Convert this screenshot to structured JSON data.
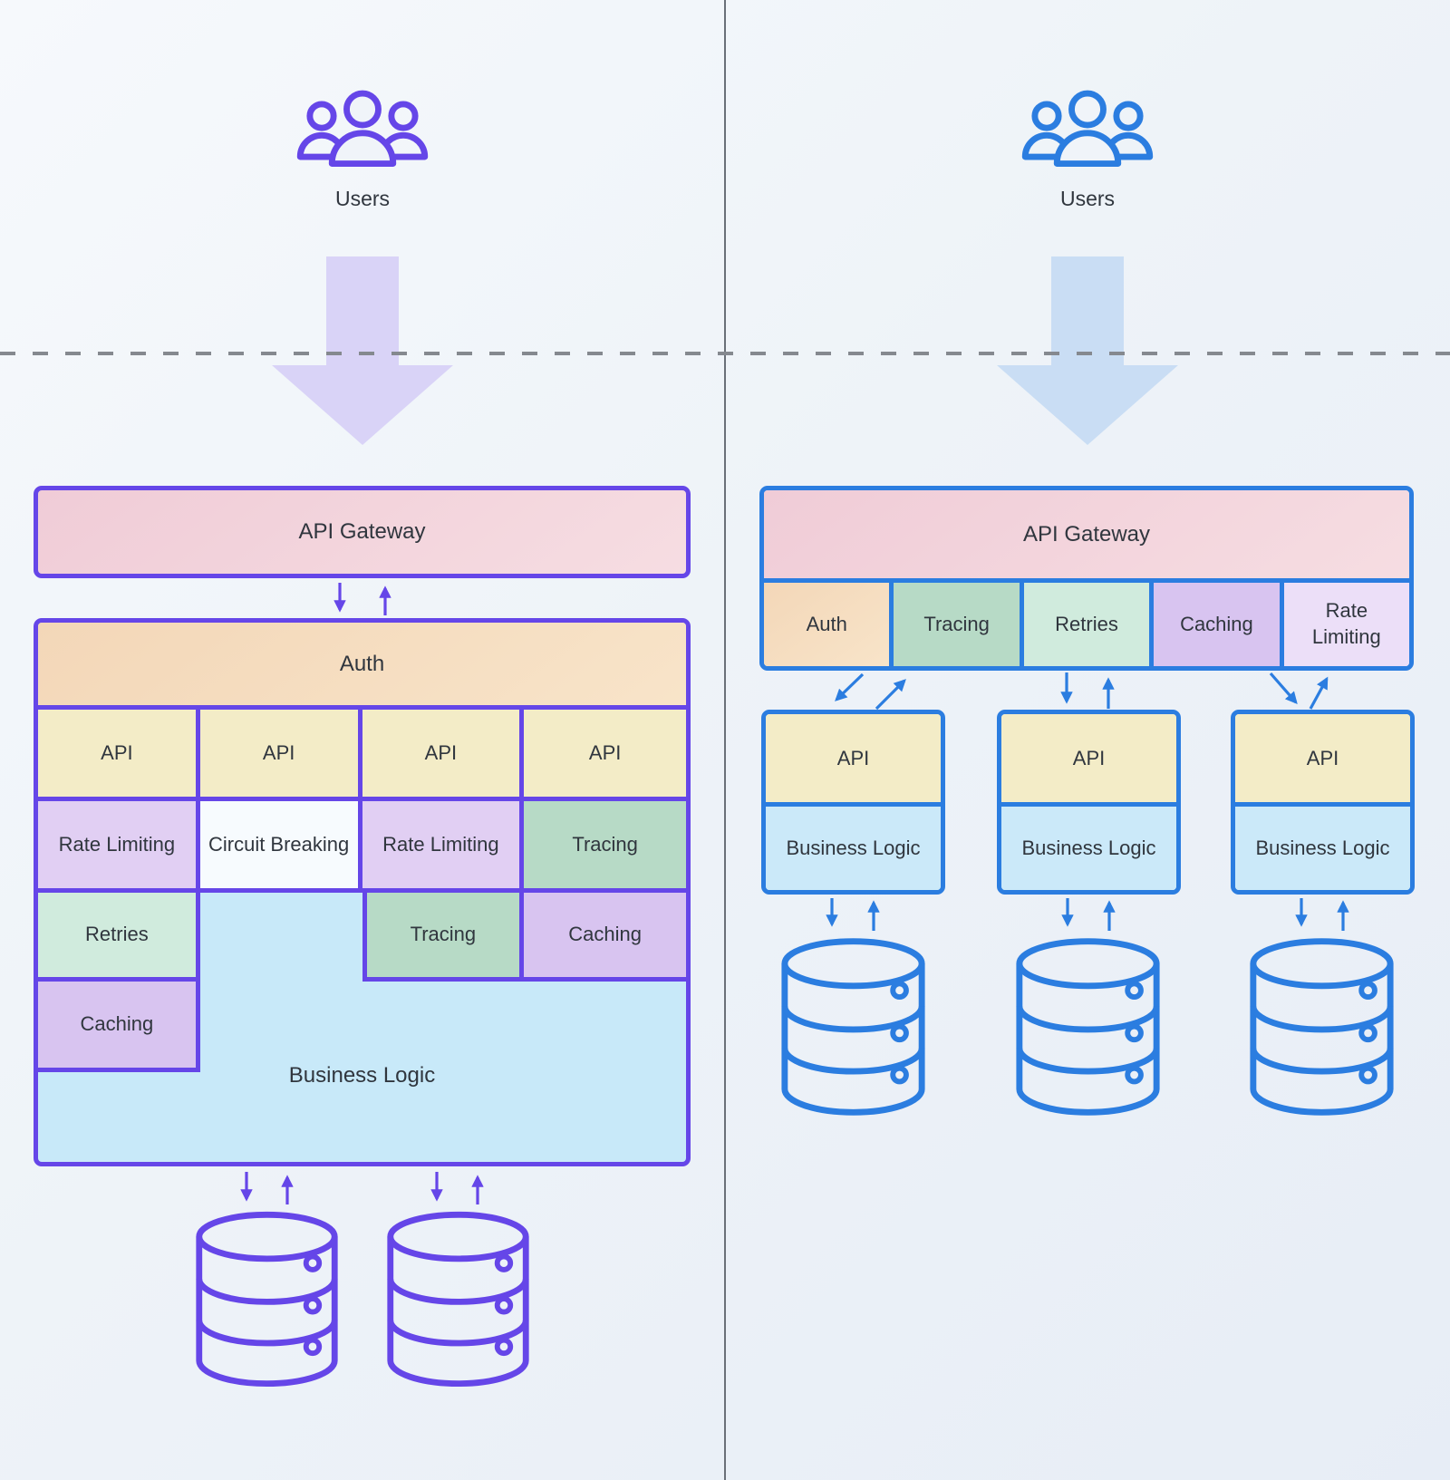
{
  "left_panel": {
    "accent_color": "#6546e8",
    "users_label": "Users",
    "gateway_label": "API Gateway",
    "auth_label": "Auth",
    "api_labels": [
      "API",
      "API",
      "API",
      "API"
    ],
    "row2": [
      "Rate Limiting",
      "Circuit Breaking",
      "Rate Limiting",
      "Tracing"
    ],
    "row3": [
      "Retries",
      "Tracing",
      "Caching"
    ],
    "row4": [
      "Caching"
    ],
    "business_logic_label": "Business Logic",
    "database_count": 2
  },
  "right_panel": {
    "accent_color": "#2b7de0",
    "users_label": "Users",
    "gateway_label": "API Gateway",
    "gateway_features": [
      "Auth",
      "Tracing",
      "Retries",
      "Caching",
      "Rate Limiting"
    ],
    "services": [
      {
        "api": "API",
        "logic": "Business Logic"
      },
      {
        "api": "API",
        "logic": "Business Logic"
      },
      {
        "api": "API",
        "logic": "Business Logic"
      }
    ],
    "database_count": 3
  },
  "style_colors": {
    "gateway_fill": "#f2d0d9",
    "auth_fill": "#f5dcbe",
    "api_fill": "#f3ecc7",
    "rate_limiting_fill": "#e1cff3",
    "caching_fill": "#d8c4f0",
    "tracing_fill": "#b7dac6",
    "retries_fill": "#d0ebdd",
    "business_logic_fill": "#c8e9f9",
    "circuit_breaking_fill": "#f7fbfe"
  }
}
